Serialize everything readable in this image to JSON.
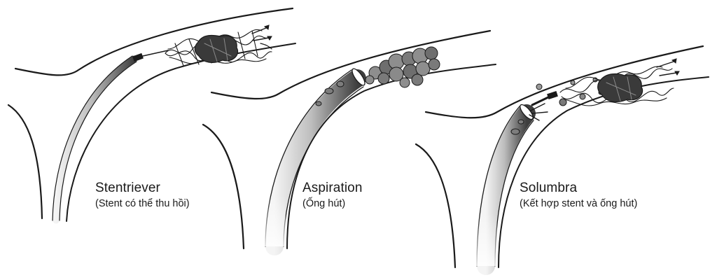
{
  "panels": [
    {
      "name": "Stentriever",
      "subtitle": "(Stent có thể thu hồi)"
    },
    {
      "name": "Aspiration",
      "subtitle": "(Ống hút)"
    },
    {
      "name": "Solumbra",
      "subtitle": "(Kết hợp stent và ống hút)"
    }
  ],
  "colors": {
    "ink": "#1a1a1a",
    "clot": "#3a3a3a",
    "clot_light": "#7d7d7d",
    "catheter_light": "#e8e8e8",
    "catheter_dark": "#4a4a4a"
  }
}
